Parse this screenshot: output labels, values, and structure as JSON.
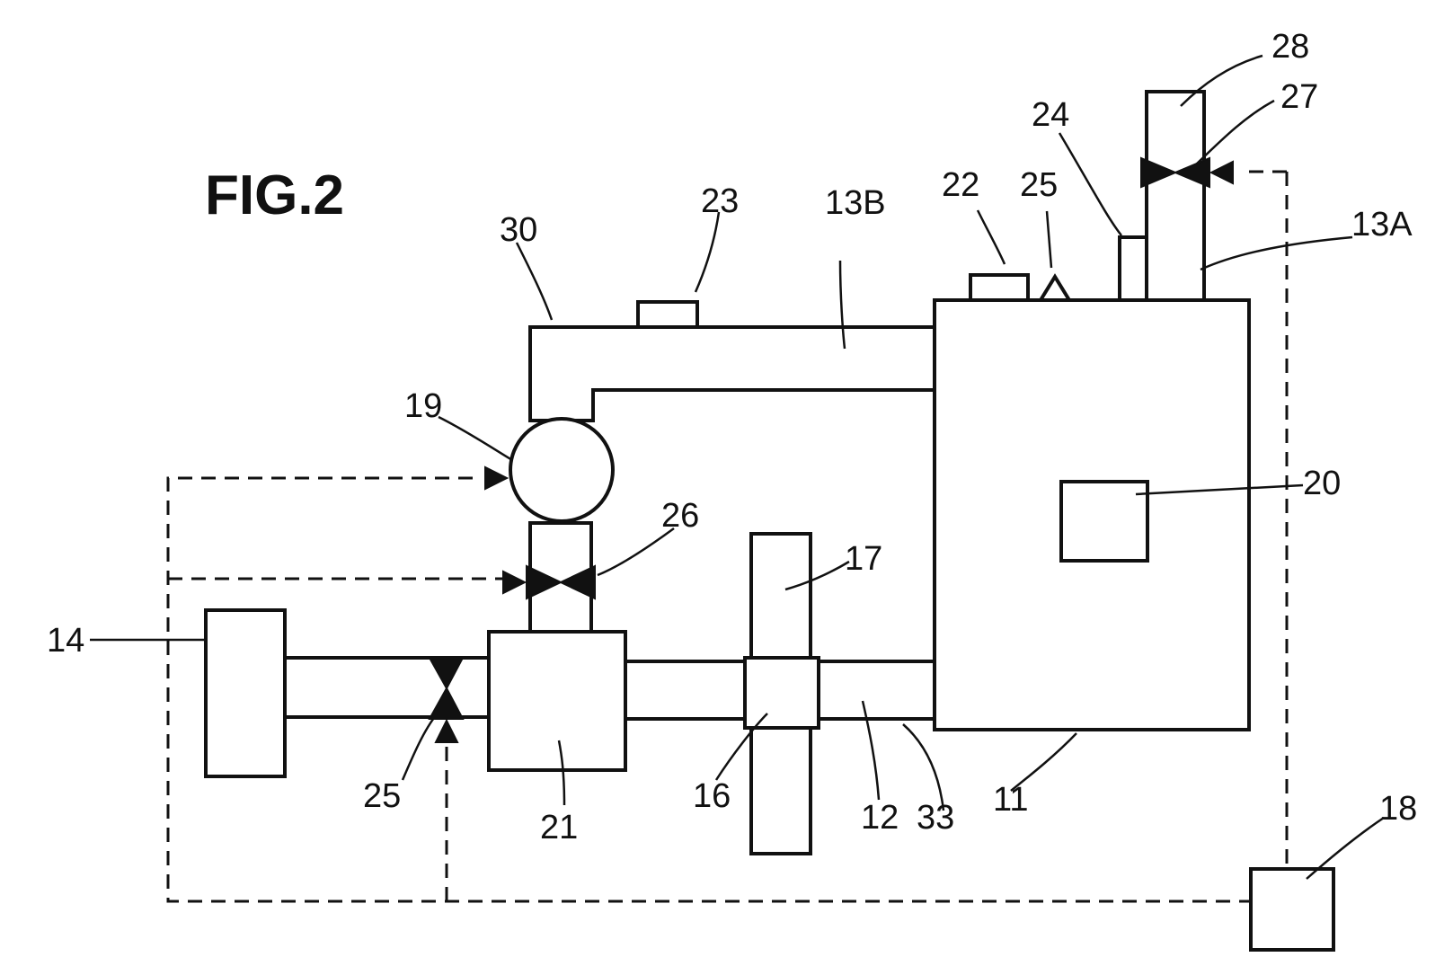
{
  "figure": {
    "title": "FIG.2",
    "labels": {
      "n11": "11",
      "n12": "12",
      "n13a": "13A",
      "n13b": "13B",
      "n14": "14",
      "n16": "16",
      "n17": "17",
      "n18": "18",
      "n19": "19",
      "n20": "20",
      "n21": "21",
      "n22": "22",
      "n23": "23",
      "n24": "24",
      "n25_top": "25",
      "n25_bottom": "25",
      "n26": "26",
      "n27": "27",
      "n28": "28",
      "n30": "30",
      "n33": "33"
    }
  },
  "colors": {
    "line": "#111111",
    "background": "#ffffff"
  }
}
